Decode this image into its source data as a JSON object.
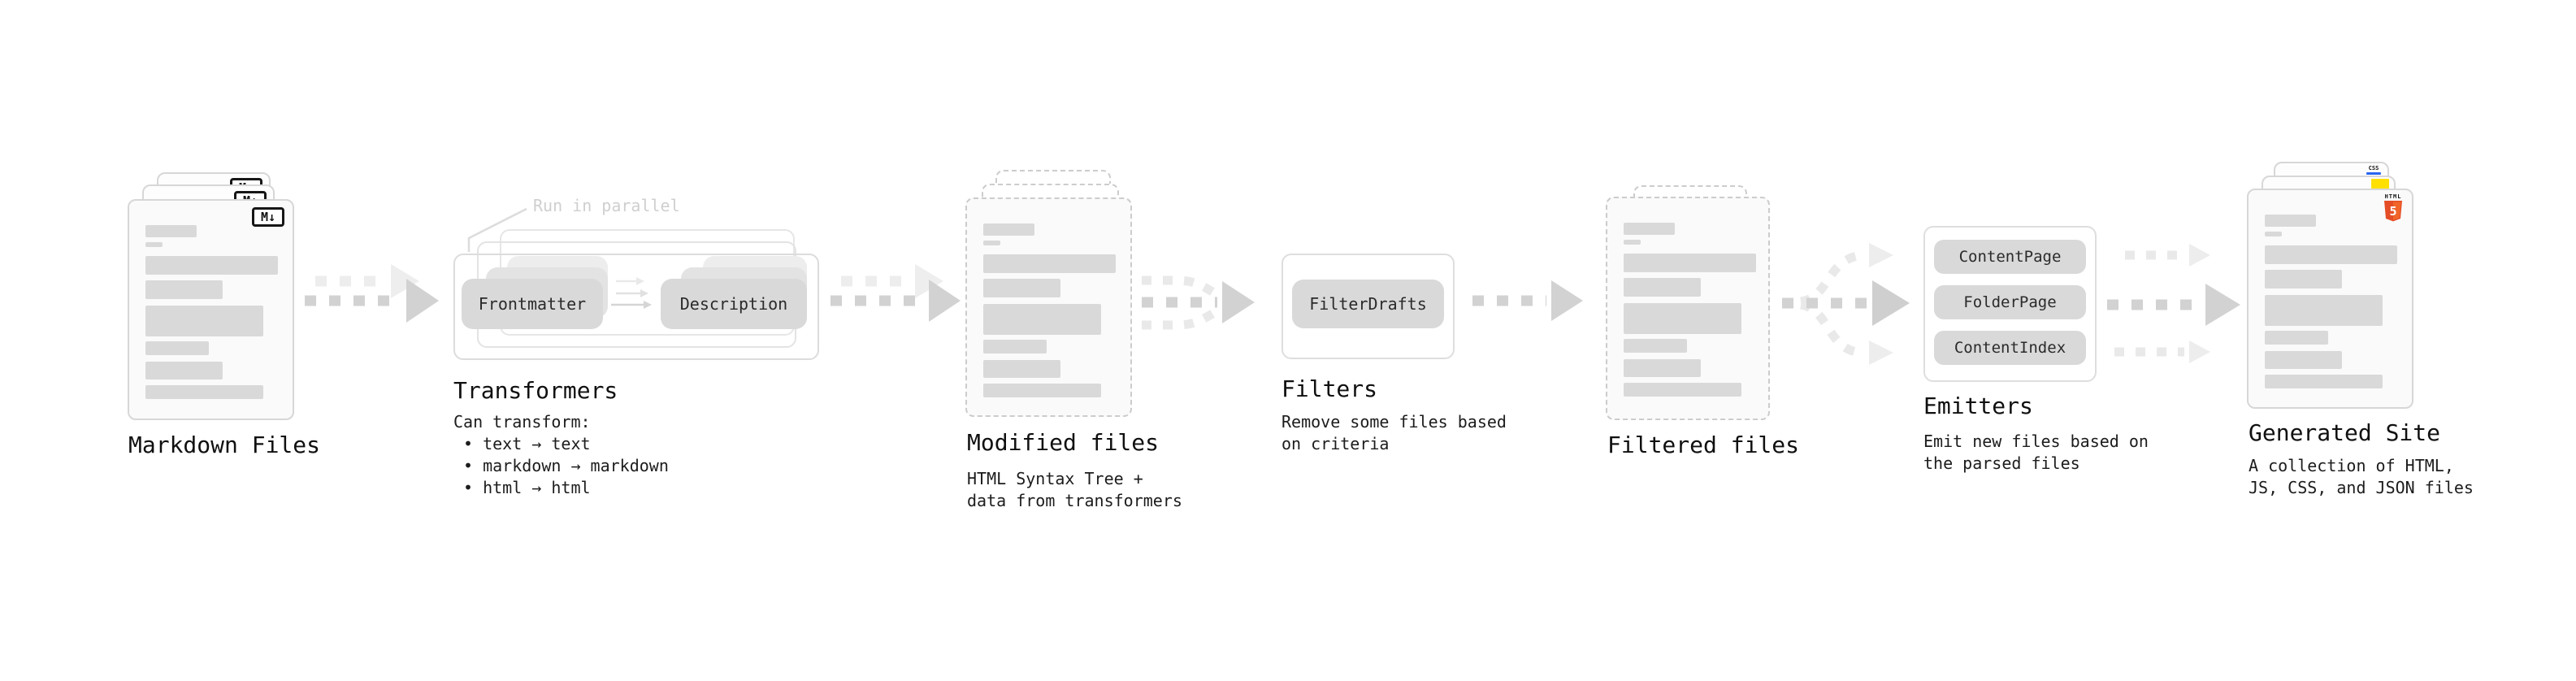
{
  "markdown": {
    "title": "Markdown Files",
    "badge": "M↓"
  },
  "transformers": {
    "annotation": "Run in parallel",
    "pill_a": "Frontmatter",
    "pill_b": "Description",
    "title": "Transformers",
    "heading": "Can transform:",
    "bullets": [
      "text → text",
      "markdown → markdown",
      "html → html"
    ]
  },
  "modified": {
    "title": "Modified files",
    "description": "HTML Syntax Tree +\ndata from transformers"
  },
  "filters": {
    "pill": "FilterDrafts",
    "title": "Filters",
    "description": "Remove some files based\non criteria"
  },
  "filtered": {
    "title": "Filtered files"
  },
  "emitters": {
    "pills": [
      "ContentPage",
      "FolderPage",
      "ContentIndex"
    ],
    "title": "Emitters",
    "description": "Emit new files based on\nthe parsed files"
  },
  "generated": {
    "title": "Generated Site",
    "description": "A collection of HTML,\nJS, CSS, and JSON files",
    "html5_word": "HTML",
    "html5_five": "5",
    "css_word": "CSS"
  },
  "colors": {
    "html5_orange": "#e44d26",
    "html5_orange_light": "#f16529",
    "css_blue": "#2965f1",
    "js_yellow": "#ffe000",
    "pill_gray": "#d9d9d9",
    "bar_gray": "#d9d9d9",
    "arrow_gray": "#d2d2d2"
  }
}
